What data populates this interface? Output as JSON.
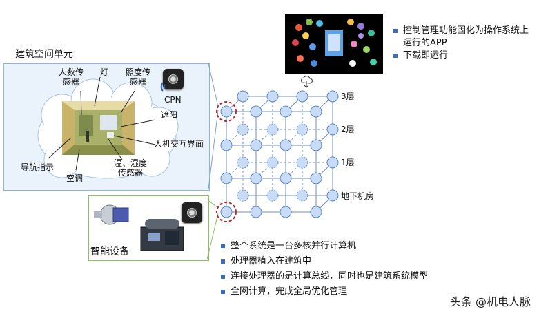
{
  "space_unit": {
    "title": "建筑空间单元",
    "labels": {
      "people_sensor": "人数传\n感器",
      "light": "灯",
      "illum_sensor": "照度传\n感器",
      "cpn": "CPN",
      "shading": "遮阳",
      "hmi": "人机交互界面",
      "nav": "导航指示",
      "temp_sensor": "温、湿度\n传感器",
      "ac": "空调"
    }
  },
  "equipment": {
    "title": "智能设备"
  },
  "floors": [
    "3层",
    "2层",
    "1层",
    "地下机房"
  ],
  "app_bullets": [
    "控制管理功能固化为操作系统上运行的APP",
    "下载即运行"
  ],
  "bottom_bullets": [
    "整个系统是一台多核并行计算机",
    "处理器植入在建筑中",
    "连接处理器的是计算总线，同时也是建筑系统模型",
    "全网计算，完成全局优化管理"
  ],
  "watermark": "头条 @机电人脉",
  "colors": {
    "node_fill": "#c8dcf5",
    "node_stroke": "#5b88c7",
    "line": "#6f8fbf",
    "highlight": "#c0272d"
  }
}
